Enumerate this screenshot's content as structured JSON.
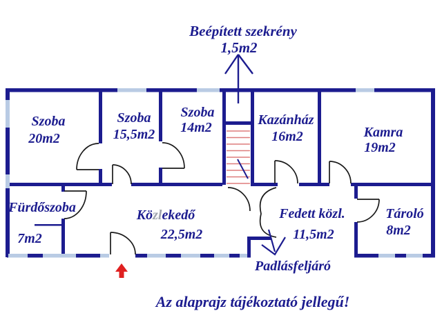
{
  "meta": {
    "type": "floor-plan",
    "language": "hu"
  },
  "colors": {
    "wall": "#1c1c8f",
    "window": "#b9cbe4",
    "stair": "#dd7b7b",
    "entry": "#e02020",
    "door": "#1a1a1a",
    "text": "#1c1c8f",
    "watermark": "#a0a4ae",
    "bg": "#ffffff"
  },
  "header": {
    "label": "Beépített szekrény",
    "area": "1,5m2"
  },
  "rooms": {
    "szoba20": {
      "name": "Szoba",
      "area": "20m2"
    },
    "szoba155": {
      "name": "Szoba",
      "area": "15,5m2"
    },
    "szoba14": {
      "name": "Szoba",
      "area": "14m2"
    },
    "kazanhaz": {
      "name": "Kazánház",
      "area": "16m2"
    },
    "kamra": {
      "name": "Kamra",
      "area": "19m2"
    },
    "furdoszoba": {
      "name": "Fürdőszoba",
      "area": "7m2"
    },
    "kozlekedo": {
      "name": "Közlekedő",
      "area": "22,5m2",
      "name_parts": [
        "Kö",
        "zl",
        "ekedő"
      ]
    },
    "fedett": {
      "name": "Fedett közl.",
      "area": "11,5m2"
    },
    "tarolo": {
      "name": "Tároló",
      "area": "8m2"
    }
  },
  "attic": {
    "label": "Padlásfeljáró"
  },
  "disclaimer": {
    "text": "Az alaprajz tájékoztató jellegű!"
  }
}
